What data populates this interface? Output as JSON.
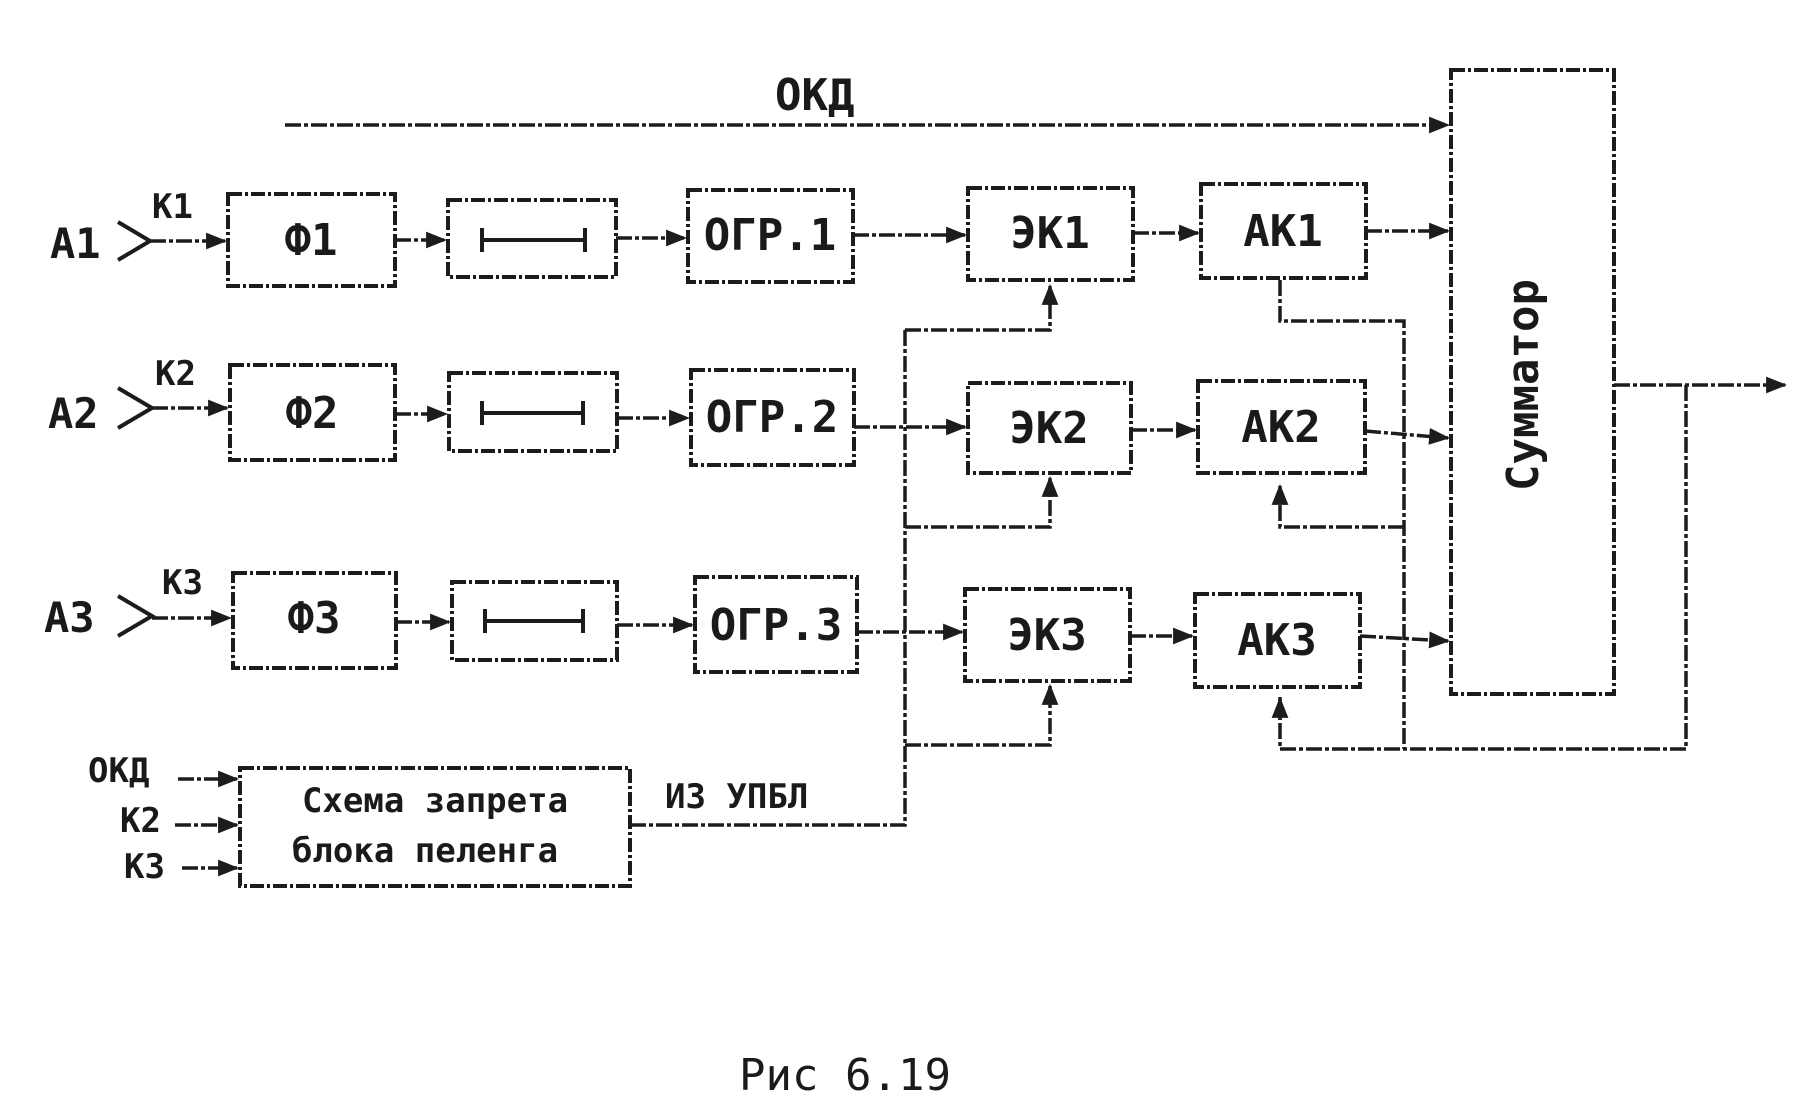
{
  "top_line_label": "ОКД",
  "antennas": [
    {
      "label": "А1",
      "key": "К1"
    },
    {
      "label": "А2",
      "key": "К2"
    },
    {
      "label": "А3",
      "key": "К3"
    }
  ],
  "filters": [
    "Ф1",
    "Ф2",
    "Ф3"
  ],
  "limiters": [
    "ОГР.1",
    "ОГР.2",
    "ОГР.3"
  ],
  "electronic_keys": [
    "ЭК1",
    "ЭК2",
    "ЭК3"
  ],
  "amplitude_keys": [
    "АК1",
    "АК2",
    "АК3"
  ],
  "summator": "Сумматор",
  "blocking_scheme": {
    "line1": "Схема запрета",
    "line2": "блока пеленга",
    "inputs": [
      "ОКД",
      "К2",
      "К3"
    ],
    "output_label": "ИЗ УПБЛ"
  },
  "caption": "Рис 6.19"
}
